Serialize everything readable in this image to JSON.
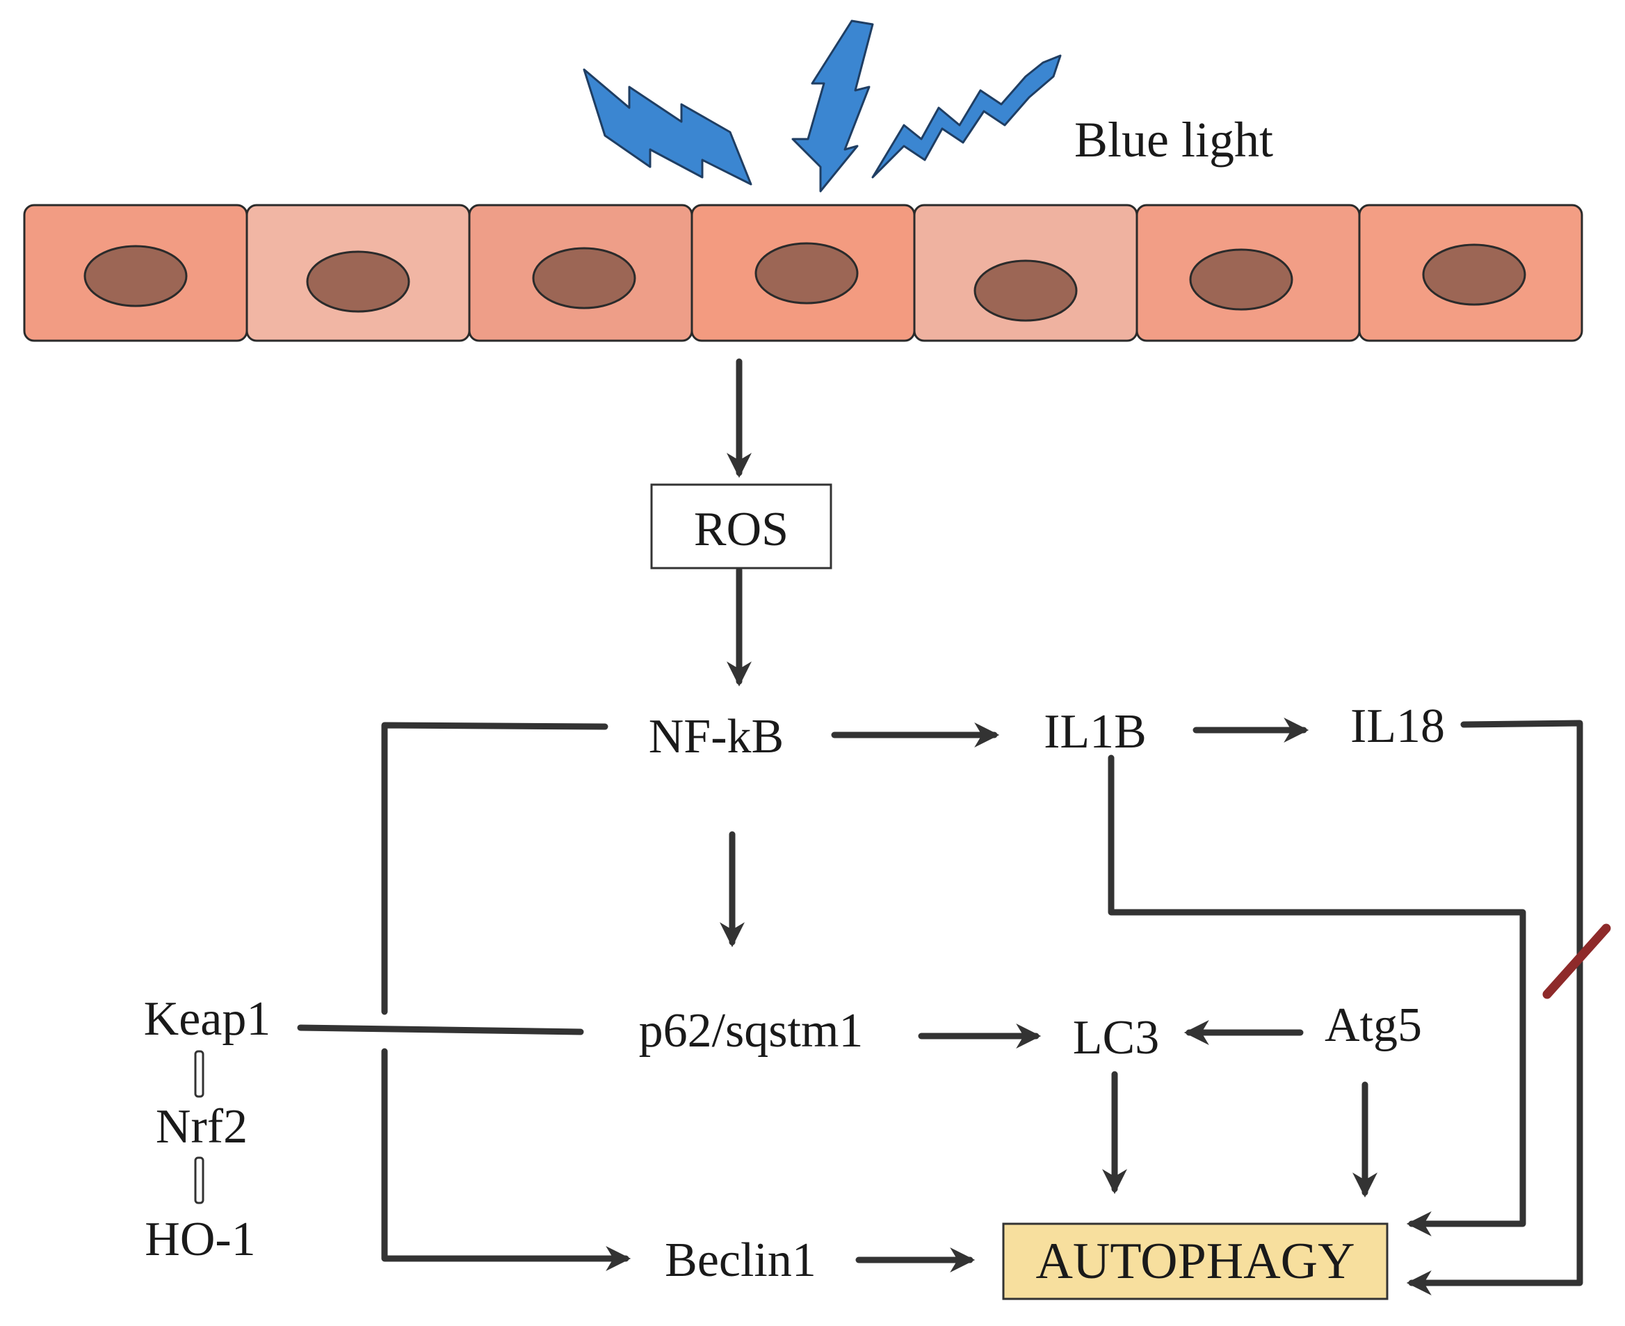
{
  "stimulus": {
    "label": "Blue light",
    "bolt_color": "#3b86d1",
    "bolt_outline": "#1f3e63"
  },
  "cells": {
    "count": 7,
    "fill_colors": [
      "#f29c83",
      "#f1b6a4",
      "#ee9e88",
      "#f39b80",
      "#efb2a0",
      "#f29e86",
      "#f39e84"
    ],
    "nucleus_color": "#9c6655",
    "outline_color": "#2b2b2b"
  },
  "nodes": {
    "ros": "ROS",
    "nfkb": "NF-kB",
    "il1b": "IL1B",
    "il18": "IL18",
    "keap1": "Keap1",
    "nrf2": "Nrf2",
    "ho1": "HO-1",
    "p62": "p62/sqstm1",
    "lc3": "LC3",
    "atg5": "Atg5",
    "beclin1": "Beclin1",
    "autophagy": "AUTOPHAGY"
  },
  "colors": {
    "line": "#333333",
    "autophagy_fill": "#f7df9e",
    "inhibition_mark": "#8e2a2a"
  }
}
